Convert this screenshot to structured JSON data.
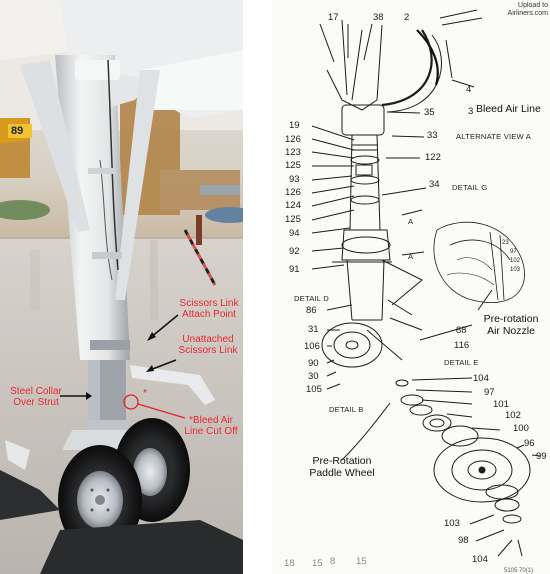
{
  "photo": {
    "labels": {
      "scissors_link_attach_point": "Scissors Link\nAttach Point",
      "unattached_scissors_link": "Unattached\nScissors Link",
      "steel_collar": "Steel Collar\nOver Strut",
      "bleed_air_cut": "*Bleed Air\nLine Cut Off"
    },
    "nose_text": "89",
    "colors": {
      "annotation": "#e8202a"
    }
  },
  "diagram": {
    "watermark": "Upload to\nAirliners.com",
    "captions": {
      "alternate_view": "ALTERNATE VIEW A",
      "detail_g": "DETAIL G",
      "detail_d": "DETAIL D",
      "detail_e": "DETAIL E",
      "detail_b": "DETAIL B",
      "a_arrow_1": "A",
      "a_arrow_2": "A"
    },
    "callouts": {
      "bleed_air_line": "Bleed Air Line",
      "pre_rotation_nozzle": "Pre-rotation\nAir Nozzle",
      "paddle_wheel": "Pre-Rotation\nPaddle Wheel"
    },
    "part_numbers": {
      "n17": "17",
      "n38": "38",
      "n2": "2",
      "n4": "4",
      "n3": "3",
      "n35": "35",
      "n19": "19",
      "n126a": "126",
      "n123": "123",
      "n125a": "125",
      "n93": "93",
      "n126b": "126",
      "n124": "124",
      "n125b": "125",
      "n94": "94",
      "n92": "92",
      "n91": "91",
      "n33": "33",
      "n122": "122",
      "n34": "34",
      "n86": "86",
      "n31": "31",
      "n106": "106",
      "n90": "90",
      "n30": "30",
      "n105": "105",
      "n88": "88",
      "n116": "116",
      "n104a": "104",
      "n97": "97",
      "n101": "101",
      "n102": "102",
      "n100": "100",
      "n96": "96",
      "n99": "99",
      "n103": "103",
      "n98": "98",
      "n104b": "104",
      "n18": "18",
      "n15a": "15",
      "n8": "8",
      "n15b": "15"
    },
    "inset_numbers": {
      "i1": "23",
      "i2": "97",
      "i3": "102",
      "i4": "103"
    },
    "footer_code": "5105 70(1)"
  }
}
